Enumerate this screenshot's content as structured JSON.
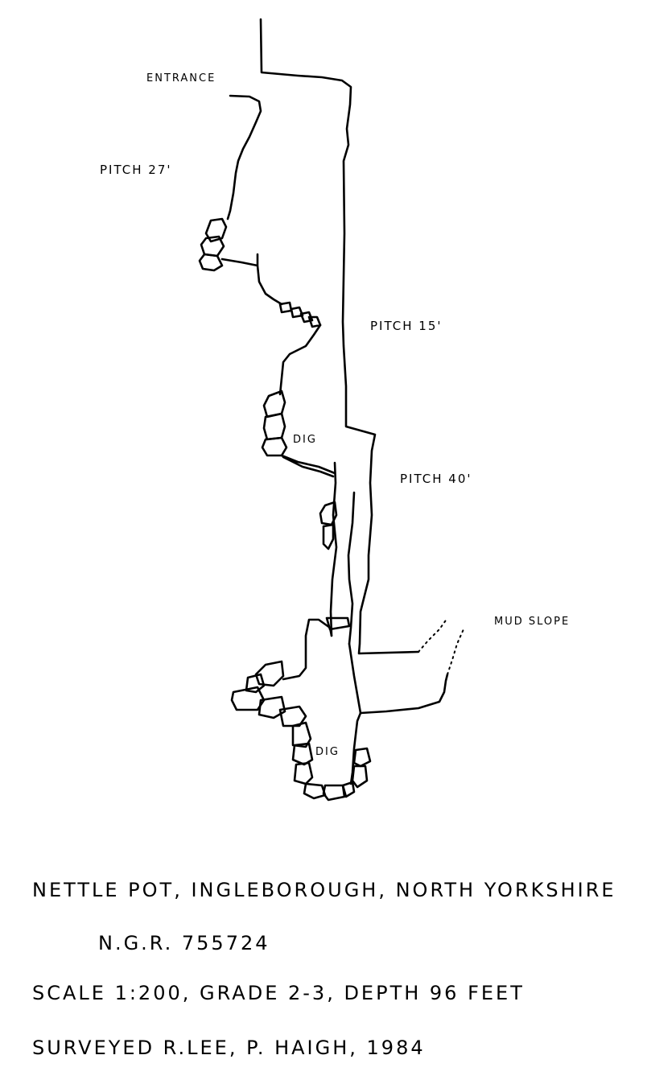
{
  "labels": {
    "entrance": "ENTRANCE",
    "pitch_27": "PITCH 27'",
    "pitch_15": "PITCH 15'",
    "dig_upper": "DIG",
    "pitch_40": "PITCH 40'",
    "mud_slope": "MUD SLOPE",
    "dig_lower": "DIG"
  },
  "caption": {
    "title": "NETTLE POT, INGLEBOROUGH, NORTH YORKSHIRE",
    "ngr": "N.G.R. 755724",
    "scale": "SCALE 1:200, GRADE 2-3, DEPTH 96 FEET",
    "surveyed": "SURVEYED R.LEE, P. HAIGH, 1984"
  },
  "colors": {
    "ink": "#000000",
    "paper": "#ffffff"
  }
}
